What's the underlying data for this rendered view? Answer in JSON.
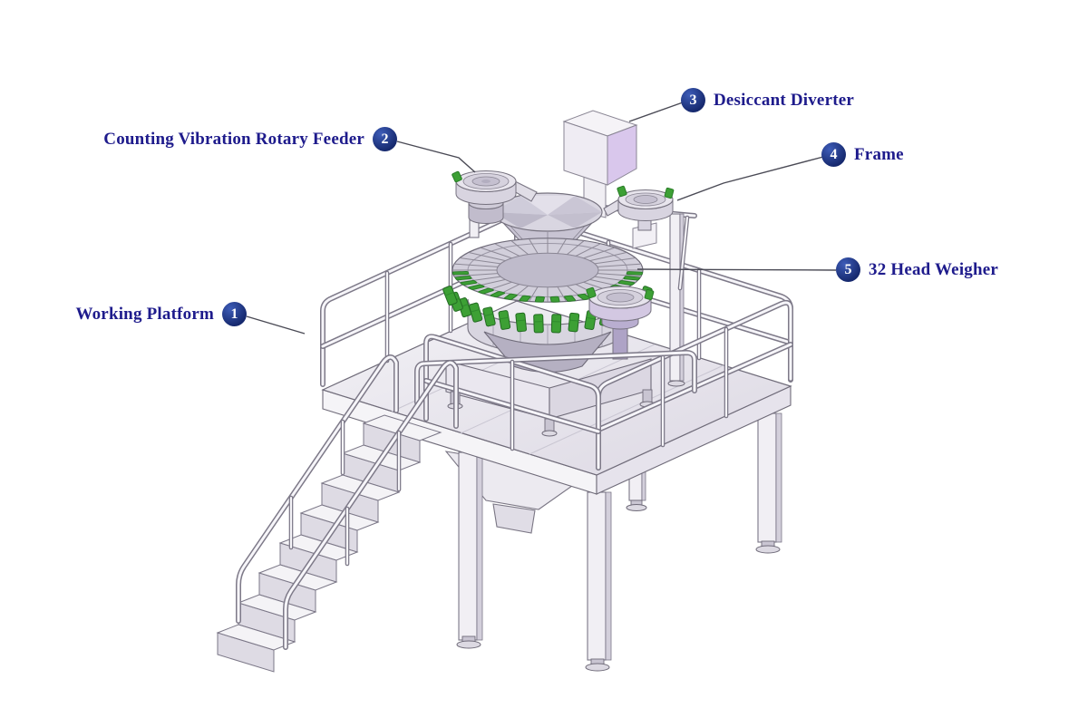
{
  "diagram": {
    "labels": [
      {
        "number": "1",
        "text": "Working Platform"
      },
      {
        "number": "2",
        "text": "Counting Vibration Rotary Feeder"
      },
      {
        "number": "3",
        "text": "Desiccant Diverter"
      },
      {
        "number": "4",
        "text": "Frame"
      },
      {
        "number": "5",
        "text": "32 Head Weigher"
      }
    ]
  },
  "colors": {
    "label_text": "#1e1b8c",
    "badge_bg": "#16296e",
    "badge_text": "#ffffff",
    "leader": "#4a4a55",
    "green": "#3da035",
    "green_dark": "#2a7d28"
  }
}
